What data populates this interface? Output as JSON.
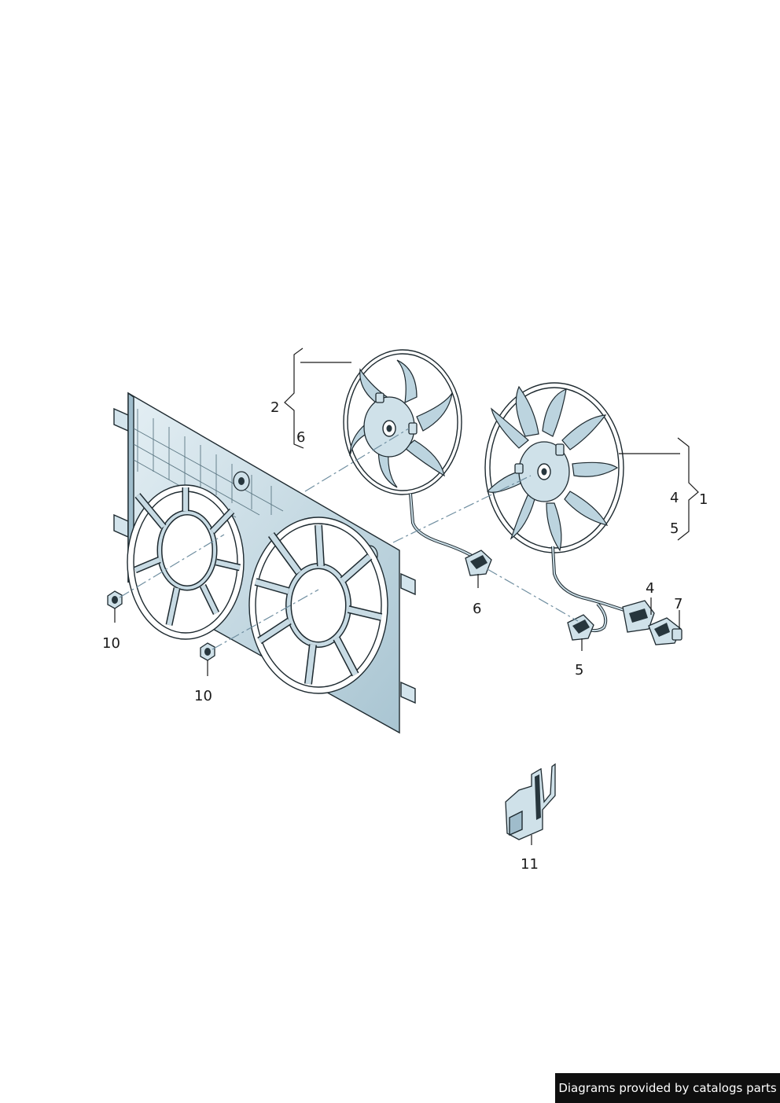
{
  "diagram": {
    "callouts": [
      {
        "id": "c-1",
        "text": "1"
      },
      {
        "id": "c-2",
        "text": "2"
      },
      {
        "id": "c-6a",
        "text": "6"
      },
      {
        "id": "c-4a",
        "text": "4"
      },
      {
        "id": "c-5a",
        "text": "5"
      },
      {
        "id": "c-6b",
        "text": "6"
      },
      {
        "id": "c-4b",
        "text": "4"
      },
      {
        "id": "c-7",
        "text": "7"
      },
      {
        "id": "c-5b",
        "text": "5"
      },
      {
        "id": "c-10a",
        "text": "10"
      },
      {
        "id": "c-10b",
        "text": "10"
      },
      {
        "id": "c-11",
        "text": "11"
      }
    ],
    "colors": {
      "part_fill": "#d3e4ec",
      "blade_fill": "#bcd4df",
      "outline": "#1e2a30",
      "leader_dash": "#6f8ea0"
    }
  },
  "footer": {
    "credit": "Diagrams provided by catalogs parts"
  }
}
